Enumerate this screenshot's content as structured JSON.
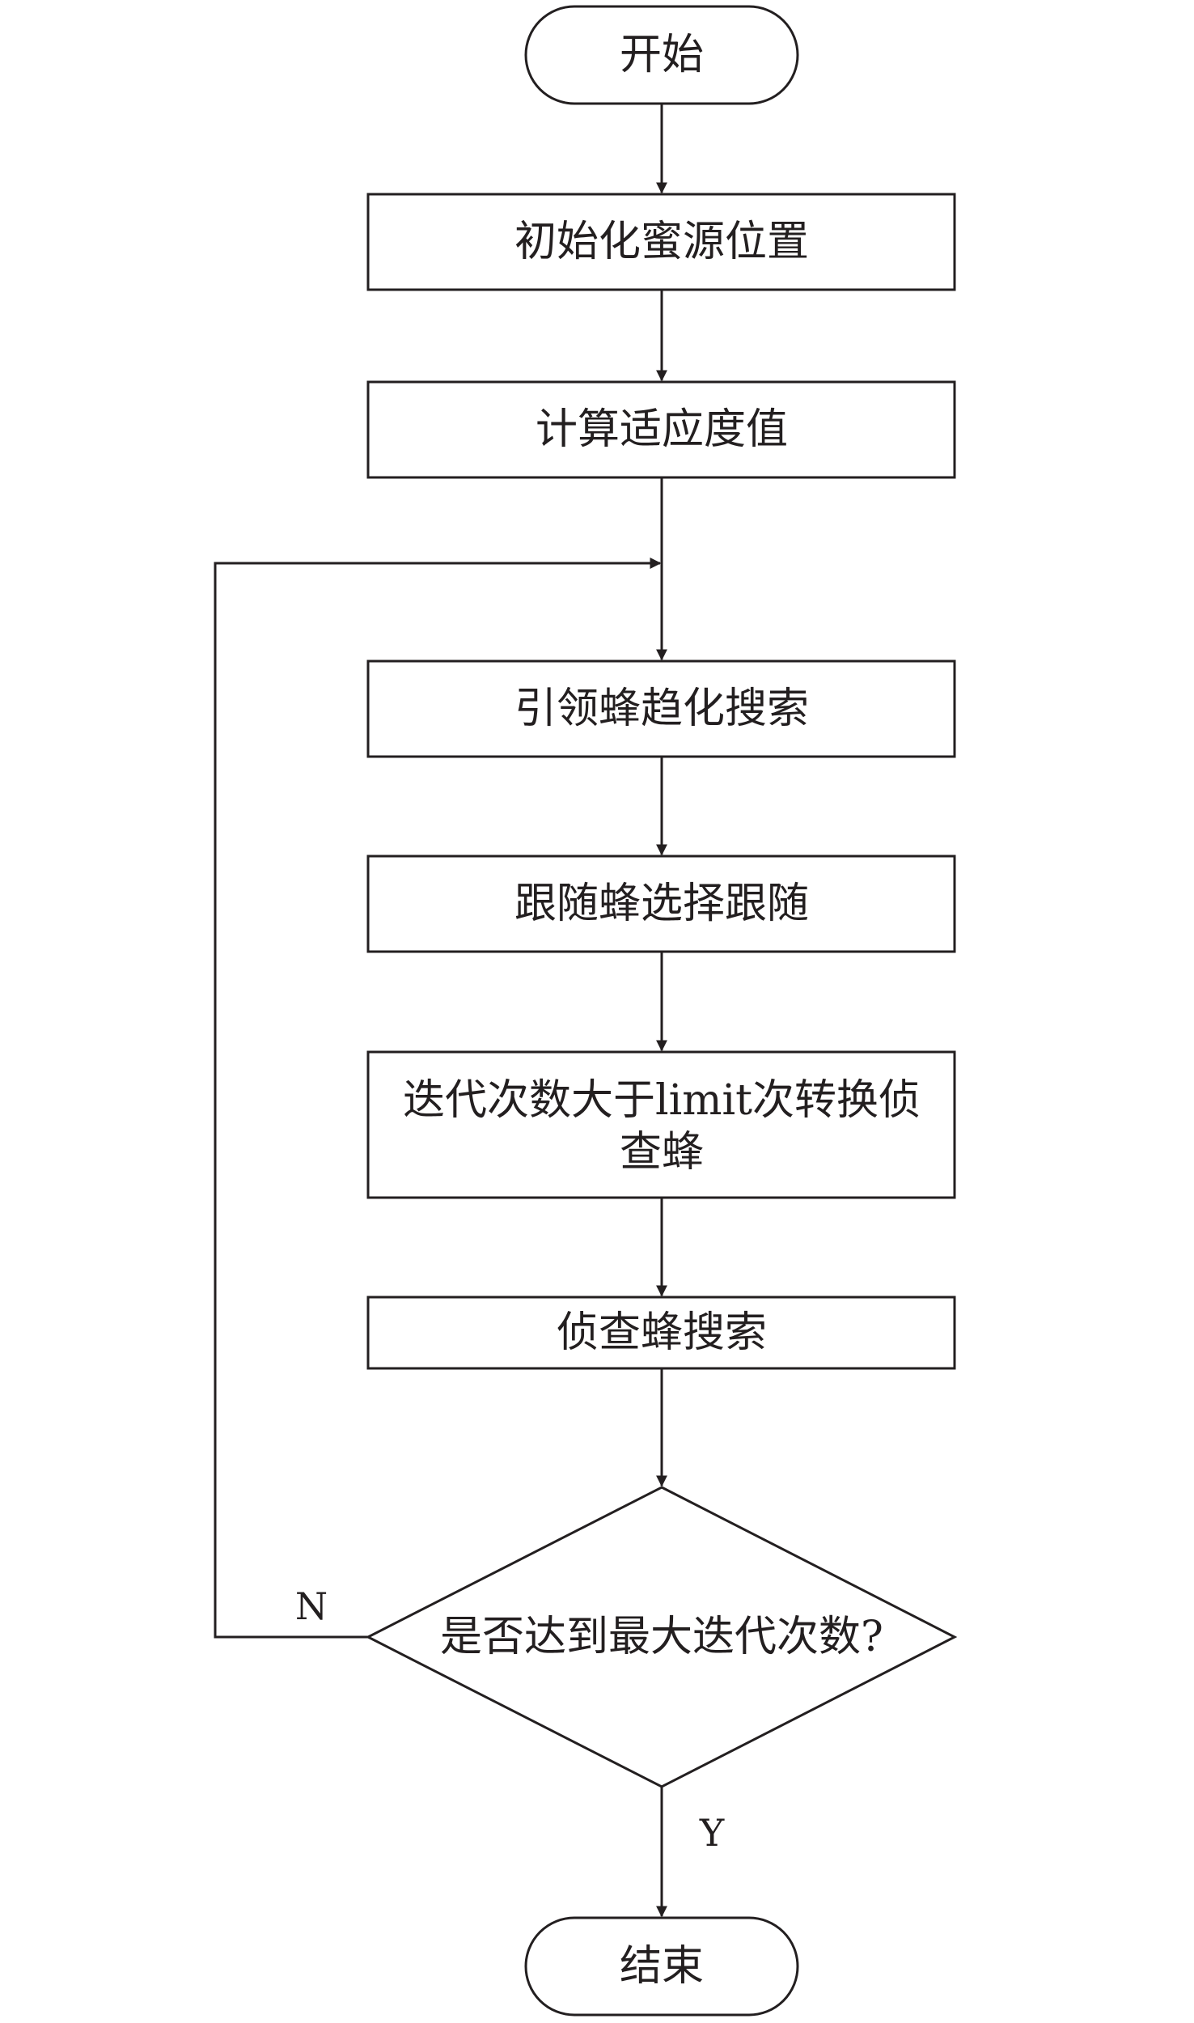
{
  "flowchart": {
    "start": "开始",
    "steps": [
      "初始化蜜源位置",
      "计算适应度值",
      "引领蜂趋化搜索",
      "跟随蜂选择跟随",
      [
        "迭代次数大于limit次转换侦",
        "查蜂"
      ],
      "侦查蜂搜索"
    ],
    "decision": "是否达到最大迭代次数?",
    "branch_no": "N",
    "branch_yes": "Y",
    "end": "结束"
  }
}
